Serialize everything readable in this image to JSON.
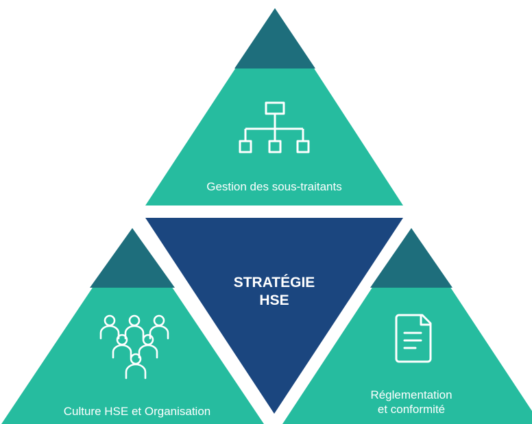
{
  "diagram": {
    "center": {
      "line1": "STRATÉGIE",
      "line2": "HSE"
    },
    "top": {
      "label": "Gestion des sous-traitants",
      "icon": "org-chart-icon"
    },
    "left": {
      "label": "Culture HSE et Organisation",
      "icon": "people-group-icon"
    },
    "right": {
      "line1": "Réglementation",
      "line2": "et conformité",
      "icon": "document-icon"
    }
  },
  "colors": {
    "teal": "#26bc9f",
    "teal_dark": "#1e6e7c",
    "navy": "#1b467f",
    "text": "#ffffff"
  }
}
